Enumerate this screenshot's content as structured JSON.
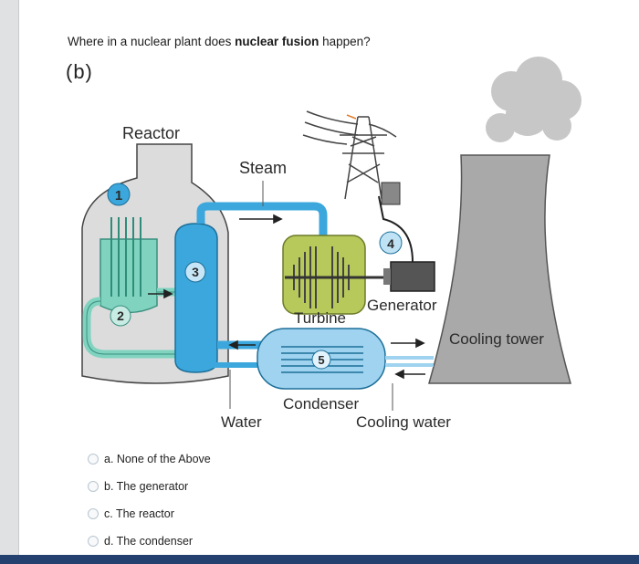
{
  "question": {
    "prefix": "Where in a nuclear plant does ",
    "bold": "nuclear fusion",
    "suffix": " happen?"
  },
  "part_label": "(b)",
  "diagram": {
    "labels": {
      "reactor": "Reactor",
      "steam": "Steam",
      "turbine": "Turbine",
      "generator": "Generator",
      "cooling_tower": "Cooling tower",
      "condenser": "Condenser",
      "water": "Water",
      "cooling_water": "Cooling water"
    },
    "markers": [
      "1",
      "2",
      "3",
      "4",
      "5"
    ],
    "colors": {
      "pipe_blue": "#3ba7dc",
      "reactor_green": "#7fd3bf",
      "turbine_olive": "#b7c95a",
      "building_gray": "#dcdcdc",
      "tower_gray": "#a9a9a9"
    }
  },
  "options": [
    {
      "label": "a. None of the Above"
    },
    {
      "label": "b. The generator"
    },
    {
      "label": "c. The reactor"
    },
    {
      "label": "d. The condenser"
    }
  ]
}
